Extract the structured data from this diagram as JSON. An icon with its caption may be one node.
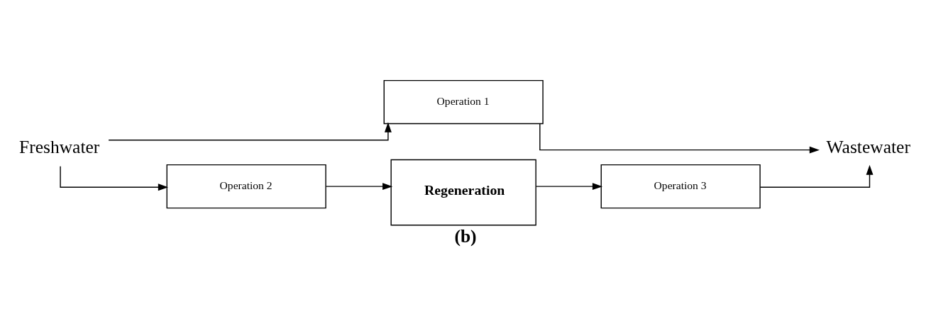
{
  "diagram": {
    "caption": "(b)",
    "nodes": [
      {
        "text": [
          "Freshwater"
        ]
      },
      {
        "text": [
          "Operation 1"
        ]
      },
      {
        "text": [
          "Operation 2"
        ]
      },
      {
        "text": [
          "Regeneration"
        ]
      },
      {
        "text": [
          "Operation 3"
        ]
      },
      {
        "text": [
          "Wastewater"
        ]
      }
    ],
    "edges": [
      {
        "from": 0,
        "to": 1,
        "arrow": "to"
      },
      {
        "from": 0,
        "to": 2,
        "arrow": "to"
      },
      {
        "from": 2,
        "to": 3,
        "arrow": "to"
      },
      {
        "from": 3,
        "to": 4,
        "arrow": "to"
      },
      {
        "from": 1,
        "to": 5,
        "arrow": "to"
      },
      {
        "from": 4,
        "to": 5,
        "arrow": "to"
      }
    ]
  }
}
